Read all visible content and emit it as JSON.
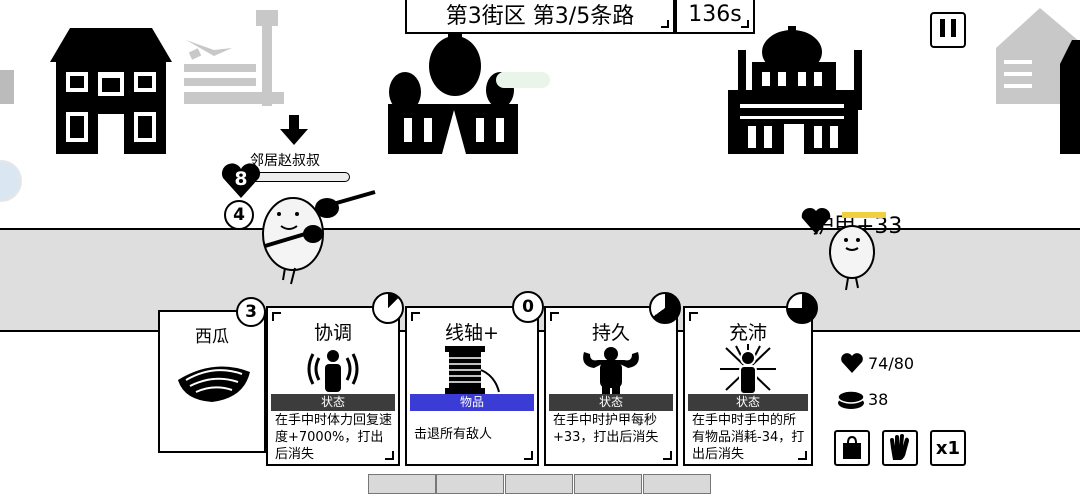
{
  "header": {
    "district": "第3街区 第3/5条路",
    "timer": "136s"
  },
  "npc": {
    "name": "邻居赵叔叔",
    "heart_value": "8",
    "shield_value": "4",
    "hp_fraction": 0.15
  },
  "player": {
    "floating_text": "护甲+33"
  },
  "hand": {
    "watermelon": {
      "title": "西瓜",
      "count": "3"
    },
    "cards": [
      {
        "title": "协调",
        "type": "状态",
        "desc": "在手中时体力回复速度+7000%，打出后消失",
        "band_color": "#3c3c3c",
        "cooldown": 0.125
      },
      {
        "title": "线轴+",
        "type": "物品",
        "desc": "击退所有敌人",
        "band_color": "#3b3bd6",
        "badge": "0"
      },
      {
        "title": "持久",
        "type": "状态",
        "desc": "在手中时护甲每秒+33，打出后消失",
        "band_color": "#3c3c3c",
        "cooldown": 0.65
      },
      {
        "title": "充沛",
        "type": "状态",
        "desc": "在手中时手中的所有物品消耗-34，打出后消失",
        "band_color": "#3c3c3c",
        "cooldown": 0.75
      }
    ]
  },
  "stats": {
    "health": "74/80",
    "coins": "38"
  },
  "controls": {
    "speed": "x1"
  },
  "colors": {
    "hp_green": "#25c83a",
    "road": "#dedede",
    "item_band": "#3b3bd6"
  },
  "icons": [
    "pause-icon",
    "heart-icon",
    "coin-stack-icon",
    "bag-icon",
    "hand-icon",
    "down-arrow-icon"
  ]
}
